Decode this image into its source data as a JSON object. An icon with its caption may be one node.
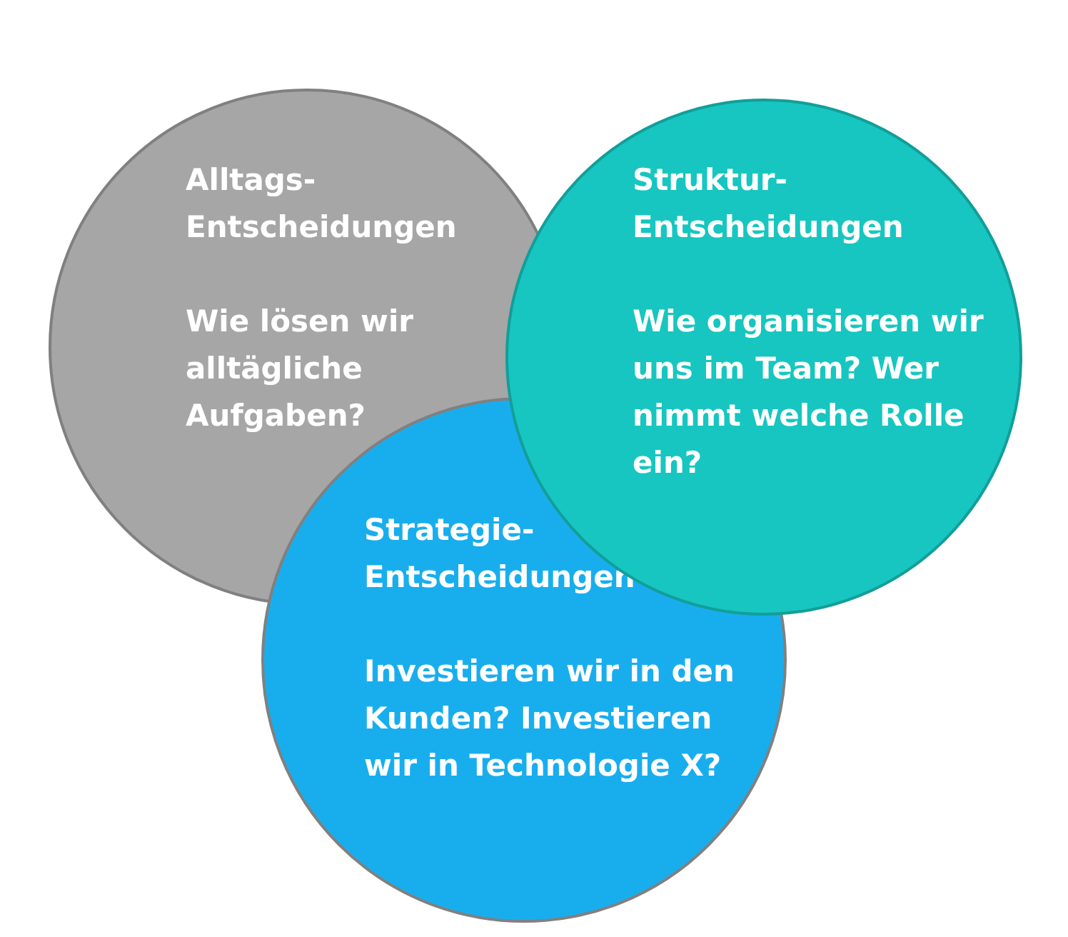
{
  "diagram": {
    "nodes": [
      {
        "text": [
          "Alltags-Entscheidungen",
          "Wie lösen wir alltägliche Aufgaben?"
        ]
      },
      {
        "text": [
          "Struktur-Entscheidungen",
          "Wie organisieren wir uns im Team? Wer nimmt welche Rolle ein?"
        ]
      },
      {
        "text": [
          "Strategie-Entscheidungen",
          "Investieren wir in den Kunden? Investieren wir in Technologie X?"
        ]
      }
    ]
  }
}
